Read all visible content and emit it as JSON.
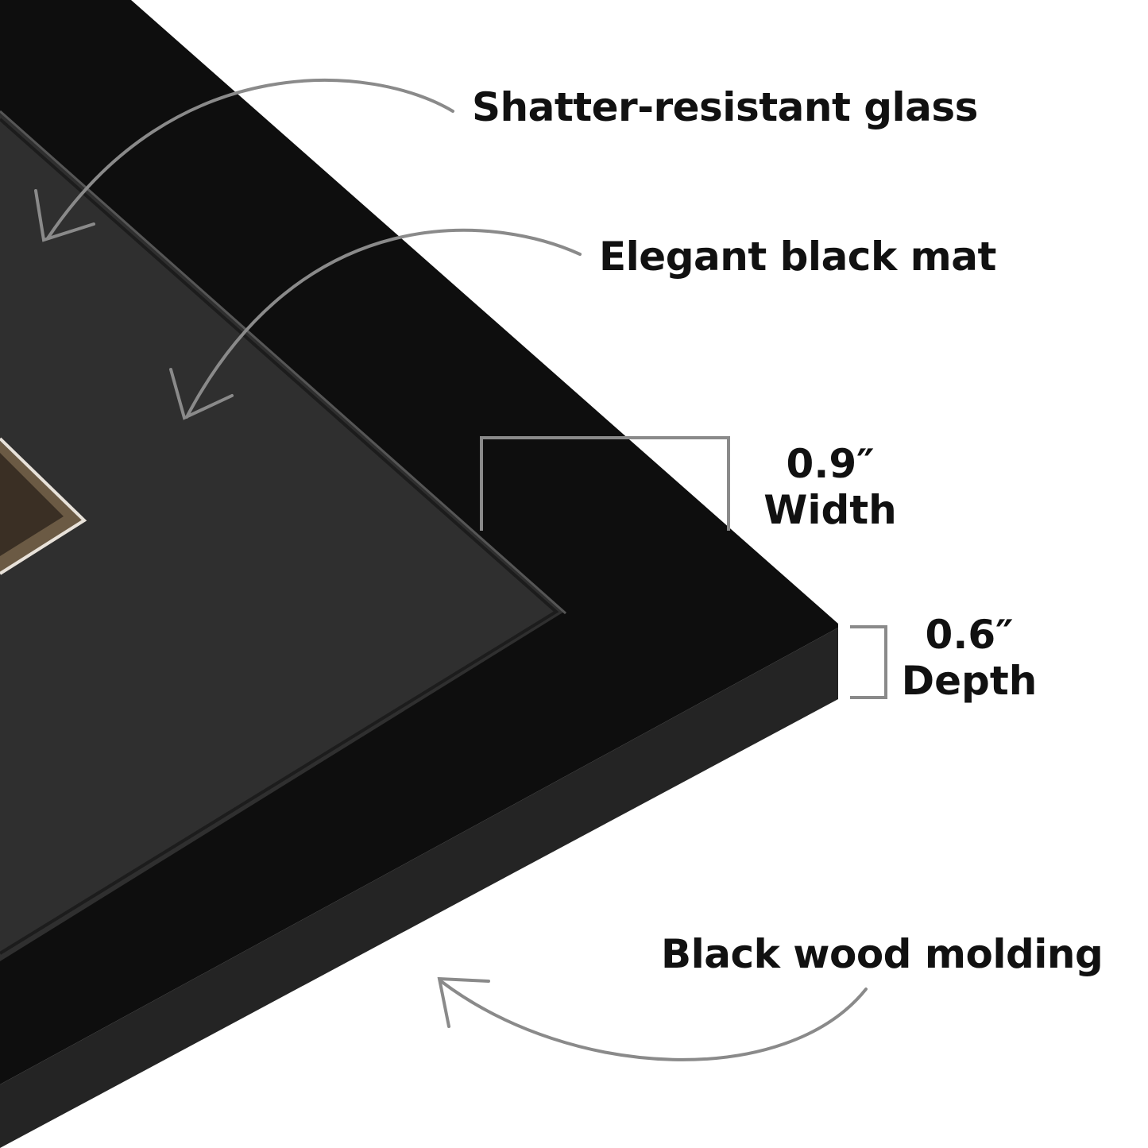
{
  "callouts": {
    "glass": "Shatter-resistant glass",
    "mat": "Elegant black mat",
    "molding": "Black wood molding"
  },
  "dimensions": {
    "width": {
      "value": "0.9″",
      "label": "Width"
    },
    "depth": {
      "value": "0.6″",
      "label": "Depth"
    }
  },
  "colors": {
    "background": "#ffffff",
    "frame_face": "#0e0e0e",
    "frame_side": "#242424",
    "mat": "#2e2e2e",
    "arrow": "#8a8a8a",
    "text": "#111111"
  }
}
